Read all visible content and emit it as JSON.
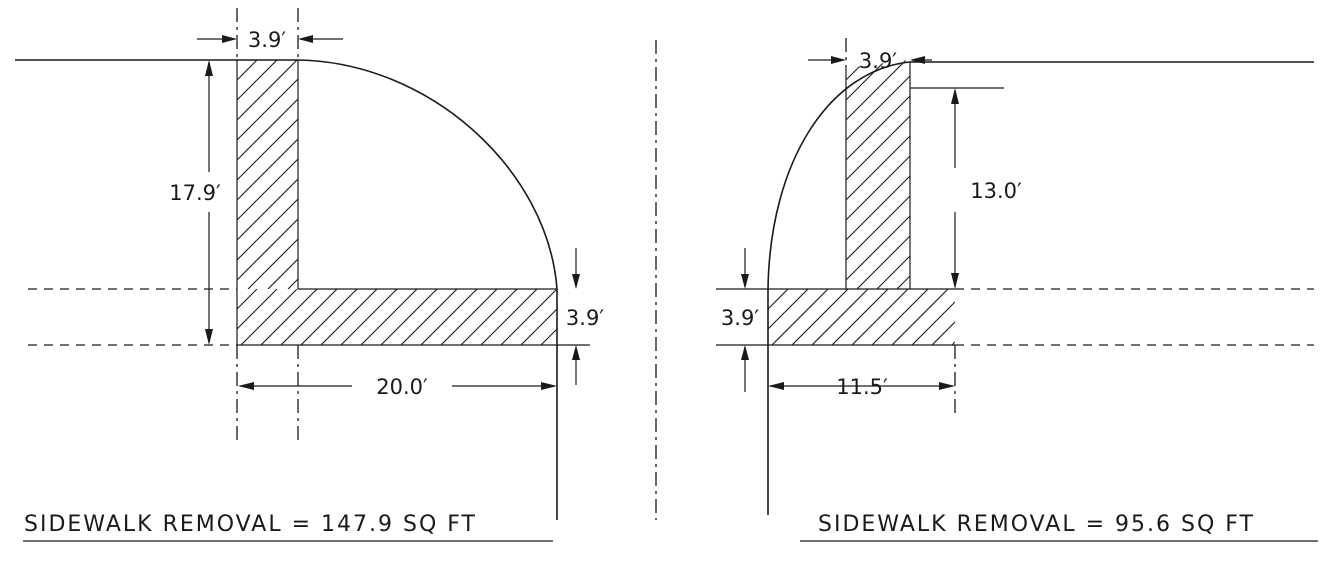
{
  "left_detail": {
    "dim_top_width": "3.9′",
    "dim_vertical": "17.9′",
    "dim_right_width": "3.9′",
    "dim_horizontal": "20.0′",
    "caption": "SIDEWALK REMOVAL = 147.9 SQ FT"
  },
  "right_detail": {
    "dim_top_width": "3.9′",
    "dim_vertical": "13.0′",
    "dim_left_width": "3.9′",
    "dim_horizontal": "11.5′",
    "caption": "SIDEWALK REMOVAL = 95.6 SQ FT"
  },
  "colors": {
    "line": "#1a1a1a",
    "background": "#ffffff"
  }
}
